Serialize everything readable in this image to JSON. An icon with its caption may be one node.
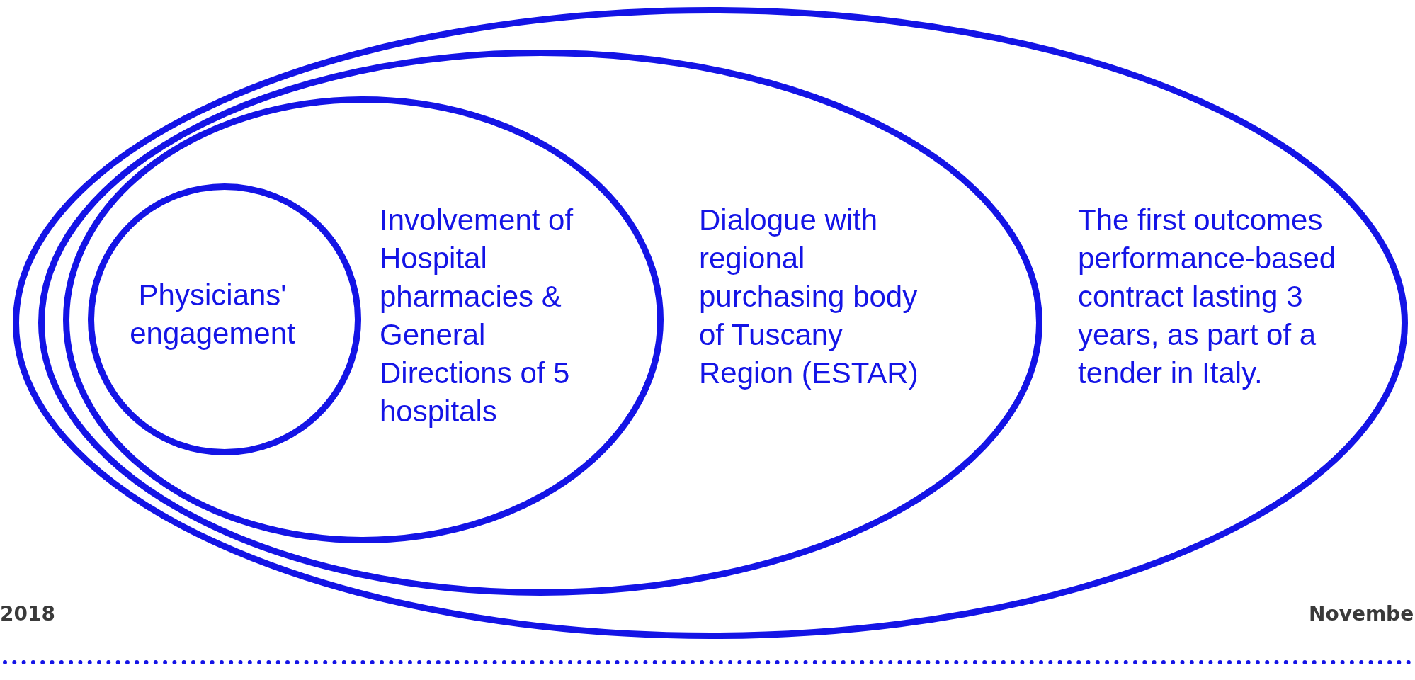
{
  "diagram": {
    "nodes": [
      {
        "text": [
          "The first outcomes performance-based contract lasting 3 years, as part of a tender in Italy."
        ]
      },
      {
        "text": [
          "Dialogue with regional purchasing body of Tuscany Region (ESTAR)"
        ],
        "in": 0
      },
      {
        "text": [
          "Involvement of Hospital pharmacies & General Directions of 5 hospitals"
        ],
        "in": 1
      },
      {
        "text": [
          "Physicians' engagement"
        ],
        "in": 2
      }
    ],
    "labels": [
      "2018",
      "Novembe"
    ]
  }
}
